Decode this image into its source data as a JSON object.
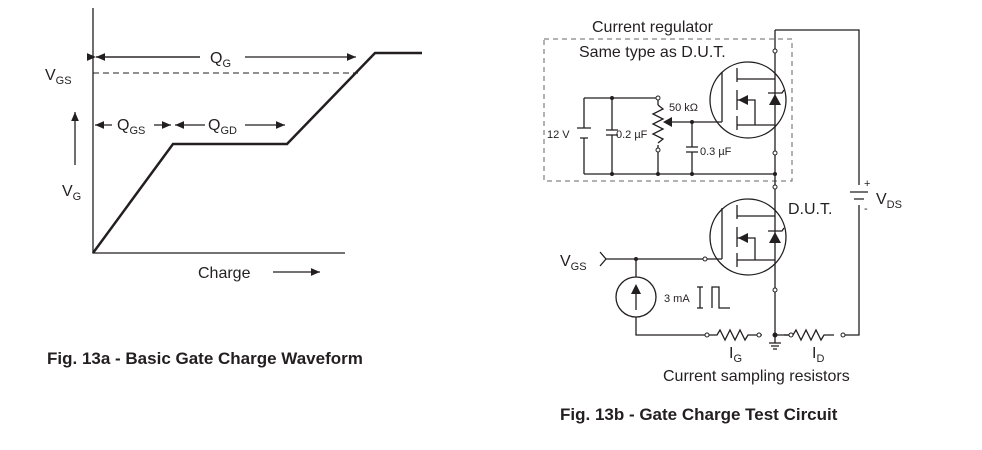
{
  "fig_a": {
    "caption": "Fig. 13a - Basic Gate Charge Waveform",
    "labels": {
      "vgs": "V",
      "vgs_sub": "GS",
      "vg": "V",
      "vg_sub": "G",
      "qg": "Q",
      "qg_sub": "G",
      "qgs": "Q",
      "qgs_sub": "GS",
      "qgd": "Q",
      "qgd_sub": "GD",
      "charge": "Charge"
    }
  },
  "fig_b": {
    "caption": "Fig. 13b - Gate Charge Test Circuit",
    "labels": {
      "regulator": "Current regulator",
      "same_type": "Same type as D.U.T.",
      "pot": "50 kΩ",
      "battery": "12 V",
      "cap1": "0.2 µF",
      "cap2": "0.3 µF",
      "dut": "D.U.T.",
      "vds": "V",
      "vds_sub": "DS",
      "plus": "+",
      "minus": "-",
      "vgs": "V",
      "vgs_sub": "GS",
      "current": "3 mA",
      "ig": "I",
      "ig_sub": "G",
      "id": "I",
      "id_sub": "D",
      "resistors": "Current sampling resistors"
    }
  }
}
